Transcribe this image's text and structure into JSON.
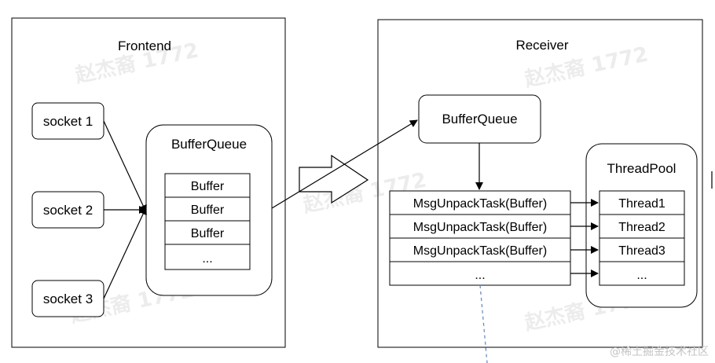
{
  "frontend": {
    "title": "Frontend",
    "sockets": [
      "socket 1",
      "socket 2",
      "socket 3"
    ],
    "queue_title": "BufferQueue",
    "buffers": [
      "Buffer",
      "Buffer",
      "Buffer",
      "..."
    ]
  },
  "receiver": {
    "title": "Receiver",
    "queue_label": "BufferQueue",
    "tasks": [
      "MsgUnpackTask(Buffer)",
      "MsgUnpackTask(Buffer)",
      "MsgUnpackTask(Buffer)",
      "..."
    ],
    "pool_title": "ThreadPool",
    "threads": [
      "Thread1",
      "Thread2",
      "Thread3",
      "..."
    ]
  },
  "watermark": "赵杰裔 1772",
  "credit": "@稀土掘金技术社区"
}
